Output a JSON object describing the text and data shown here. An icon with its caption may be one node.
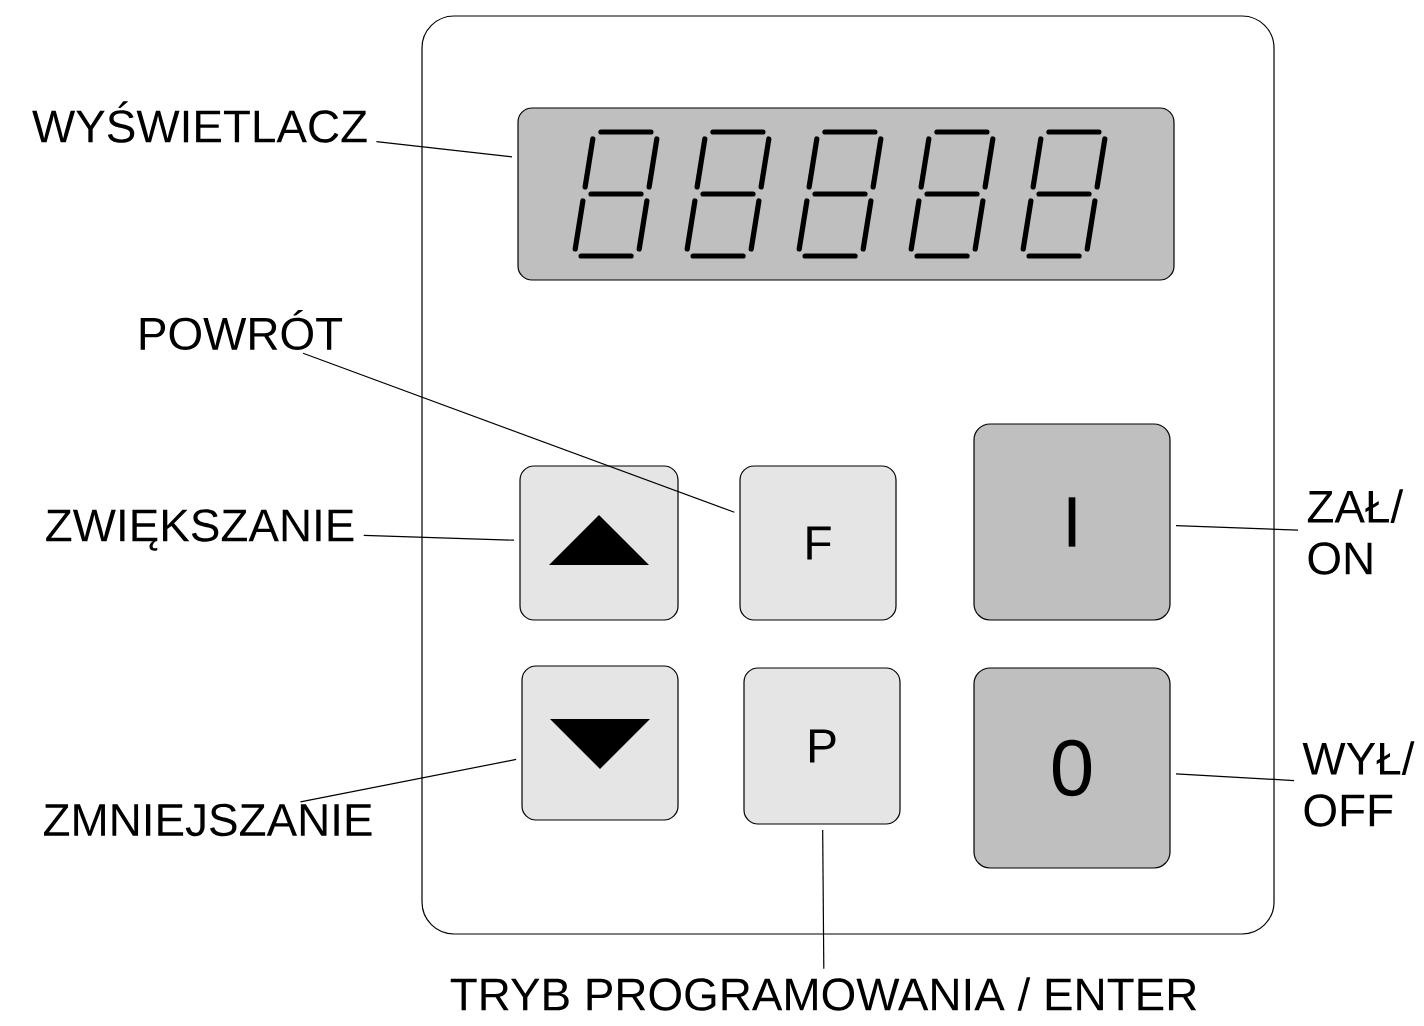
{
  "diagram": {
    "nodes": [
      {
        "text": [],
        "shape": "box"
      },
      {
        "text": [],
        "shape": "box",
        "in": 0
      },
      {
        "text": [],
        "shape": "box",
        "in": 0
      },
      {
        "text": [
          "F"
        ],
        "in": 0
      },
      {
        "text": [
          "I"
        ],
        "in": 0
      },
      {
        "text": [],
        "shape": "box",
        "in": 0
      },
      {
        "text": [
          "P"
        ],
        "in": 0
      },
      {
        "text": [
          "0"
        ],
        "in": 0
      },
      {
        "text": [
          "WYŚWIETLACZ"
        ]
      },
      {
        "text": [
          "POWRÓT"
        ]
      },
      {
        "text": [
          "ZWIĘKSZANIE"
        ]
      },
      {
        "text": [
          "ZAŁ/ ON"
        ]
      },
      {
        "text": [
          "ZMNIEJSZANIE"
        ]
      },
      {
        "text": [
          "WYŁ/ OFF"
        ]
      },
      {
        "text": [
          "TRYB PROGRAMOWANIA / ENTER"
        ]
      }
    ],
    "edges": [
      {
        "from": 8,
        "to": 1,
        "arrow": "none"
      },
      {
        "from": 9,
        "to": 3,
        "arrow": "none"
      },
      {
        "from": 10,
        "to": 2,
        "arrow": "none"
      },
      {
        "from": 11,
        "to": 4,
        "arrow": "none"
      },
      {
        "from": 12,
        "to": 5,
        "arrow": "none"
      },
      {
        "from": 13,
        "to": 7,
        "arrow": "none"
      },
      {
        "from": 14,
        "to": 6,
        "arrow": "none"
      }
    ]
  }
}
